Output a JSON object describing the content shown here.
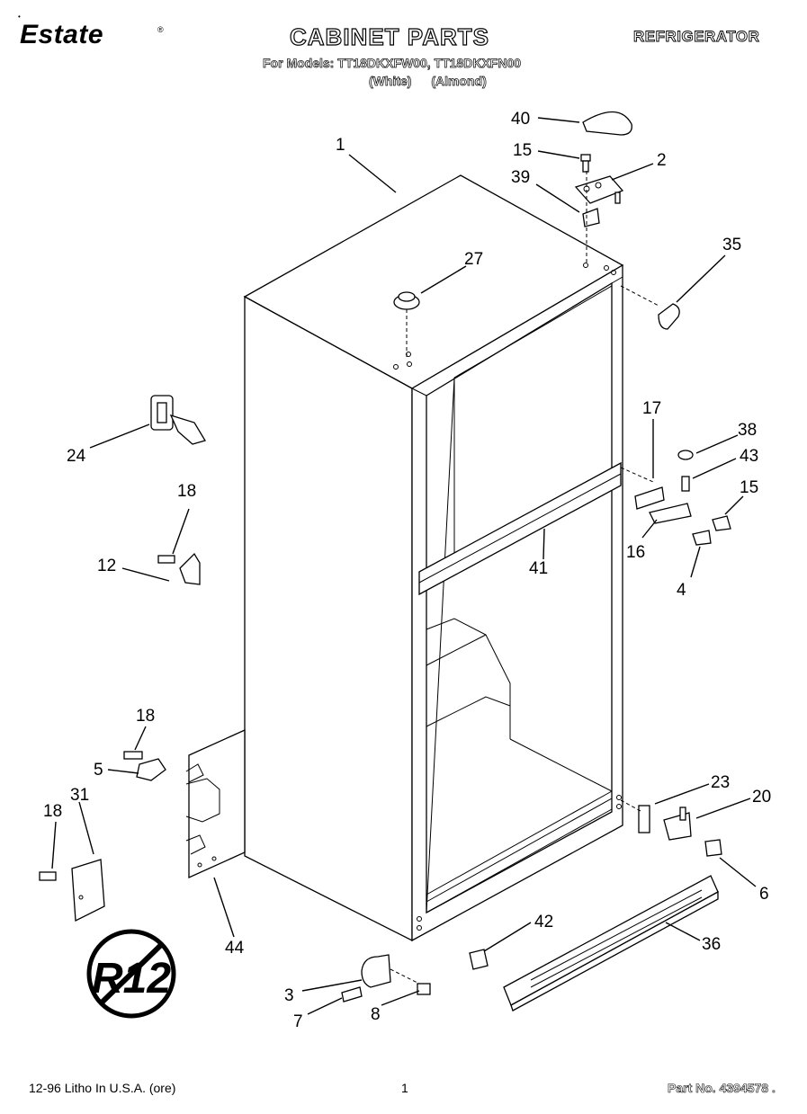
{
  "header": {
    "brand": "Estate",
    "brand_mark": "®",
    "title": "CABINET PARTS",
    "category": "REFRIGERATOR",
    "models_line": "For Models: TT18DKXFW00, TT18DKXFN00",
    "colors_line": "(White) (Almond)"
  },
  "callouts": [
    "1",
    "2",
    "3",
    "4",
    "5",
    "6",
    "7",
    "8",
    "12",
    "15",
    "15",
    "16",
    "17",
    "18",
    "18",
    "18",
    "20",
    "23",
    "24",
    "27",
    "31",
    "35",
    "36",
    "38",
    "39",
    "40",
    "41",
    "42",
    "43",
    "44"
  ],
  "badge": {
    "text": "R12"
  },
  "footer": {
    "left": "12-96 Litho In U.S.A. (ore)",
    "center": "1",
    "right": "Part No. 4394578 ."
  }
}
